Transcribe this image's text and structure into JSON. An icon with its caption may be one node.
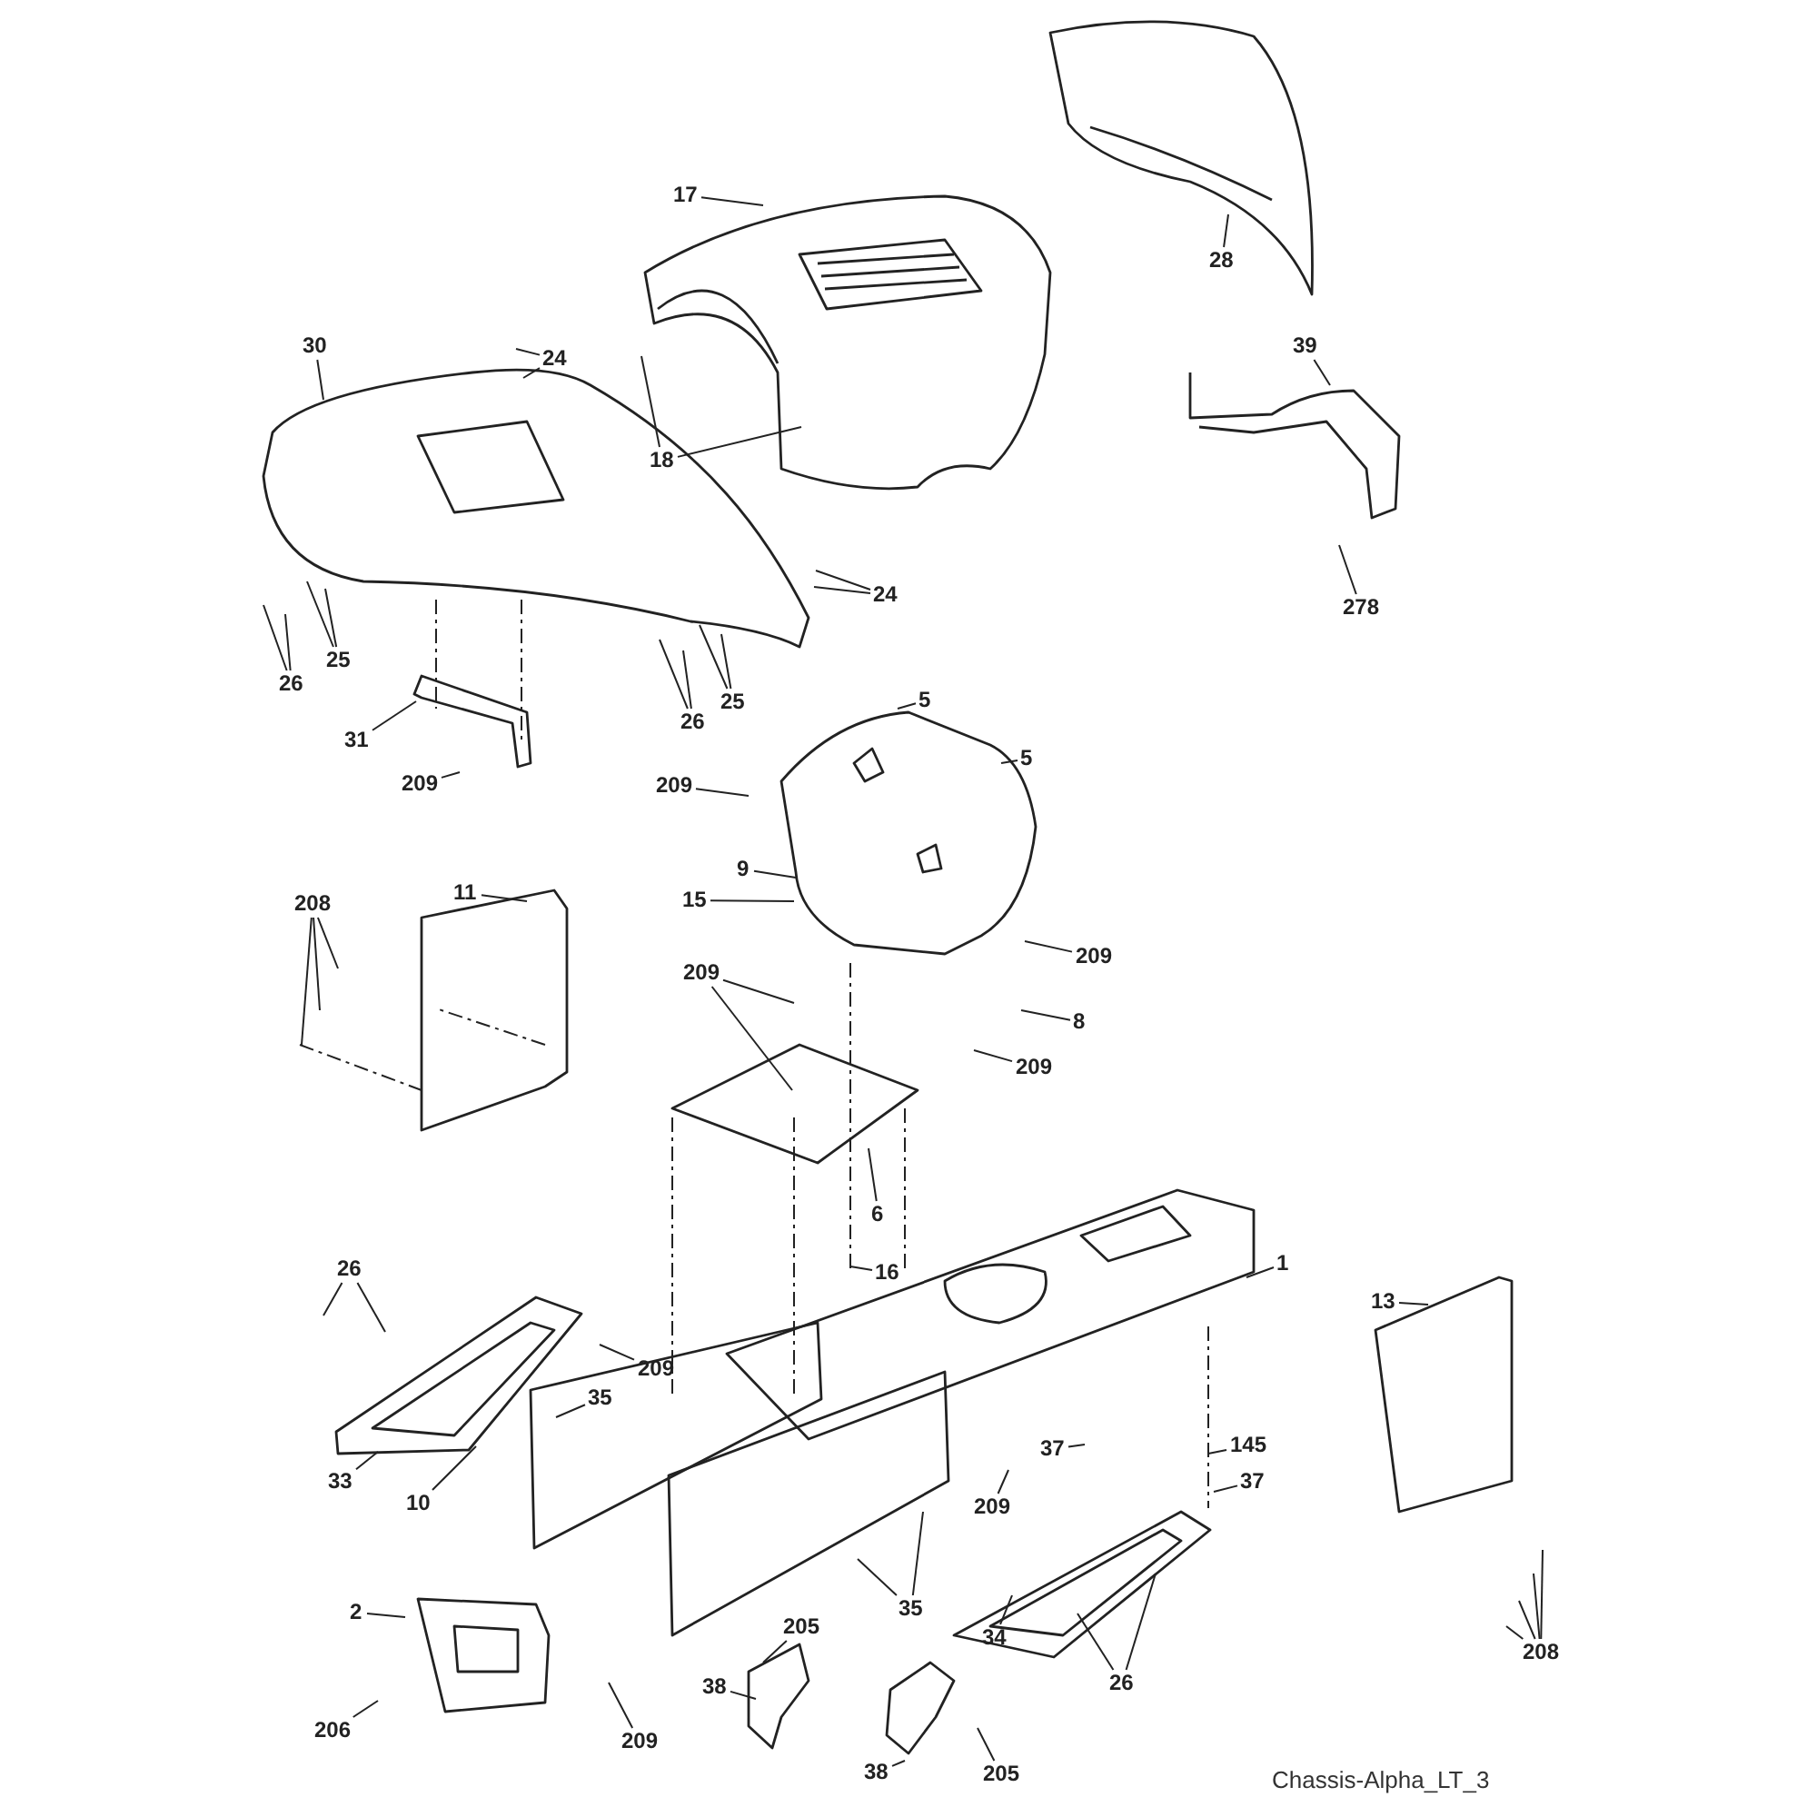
{
  "diagram": {
    "caption": "Chassis-Alpha_LT_3",
    "nodes": [
      {
        "text": [
          "17"
        ]
      },
      {
        "text": [
          "28"
        ]
      },
      {
        "text": [
          "30"
        ]
      },
      {
        "text": [
          "24"
        ]
      },
      {
        "text": [
          "18"
        ]
      },
      {
        "text": [
          "39"
        ]
      },
      {
        "text": [
          "24"
        ]
      },
      {
        "text": [
          "26"
        ]
      },
      {
        "text": [
          "25"
        ]
      },
      {
        "text": [
          "26"
        ]
      },
      {
        "text": [
          "25"
        ]
      },
      {
        "text": [
          "278"
        ]
      },
      {
        "text": [
          "31"
        ]
      },
      {
        "text": [
          "5"
        ]
      },
      {
        "text": [
          "5"
        ]
      },
      {
        "text": [
          "209"
        ]
      },
      {
        "text": [
          "209"
        ]
      },
      {
        "text": [
          "209"
        ]
      },
      {
        "text": [
          "11"
        ]
      },
      {
        "text": [
          "9"
        ]
      },
      {
        "text": [
          "15"
        ]
      },
      {
        "text": [
          "208"
        ]
      },
      {
        "text": [
          "209"
        ]
      },
      {
        "text": [
          "8"
        ]
      },
      {
        "text": [
          "209"
        ]
      },
      {
        "text": [
          "6"
        ]
      },
      {
        "text": [
          "16"
        ]
      },
      {
        "text": [
          "1"
        ]
      },
      {
        "text": [
          "26"
        ]
      },
      {
        "text": [
          "209"
        ]
      },
      {
        "text": [
          "13"
        ]
      },
      {
        "text": [
          "35"
        ]
      },
      {
        "text": [
          "37"
        ]
      },
      {
        "text": [
          "145"
        ]
      },
      {
        "text": [
          "37"
        ]
      },
      {
        "text": [
          "209"
        ]
      },
      {
        "text": [
          "33"
        ]
      },
      {
        "text": [
          "10"
        ]
      },
      {
        "text": [
          "35"
        ]
      },
      {
        "text": [
          "34"
        ]
      },
      {
        "text": [
          "26"
        ]
      },
      {
        "text": [
          "208"
        ]
      },
      {
        "text": [
          "2"
        ]
      },
      {
        "text": [
          "205"
        ]
      },
      {
        "text": [
          "38"
        ]
      },
      {
        "text": [
          "206"
        ]
      },
      {
        "text": [
          "209"
        ]
      },
      {
        "text": [
          "205"
        ]
      },
      {
        "text": [
          "38"
        ]
      }
    ],
    "edges": [
      {
        "from": 0,
        "to": null,
        "arrow": "none"
      },
      {
        "from": 1,
        "to": null,
        "arrow": "none"
      },
      {
        "from": 2,
        "to": null,
        "arrow": "none"
      },
      {
        "from": 3,
        "to": null,
        "arrow": "none"
      },
      {
        "from": 3,
        "to": null,
        "arrow": "none"
      },
      {
        "from": 4,
        "to": null,
        "arrow": "none"
      },
      {
        "from": 4,
        "to": null,
        "arrow": "none"
      },
      {
        "from": 5,
        "to": null,
        "arrow": "none"
      },
      {
        "from": 6,
        "to": null,
        "arrow": "none"
      },
      {
        "from": 6,
        "to": null,
        "arrow": "none"
      },
      {
        "from": 7,
        "to": null,
        "arrow": "none"
      },
      {
        "from": 7,
        "to": null,
        "arrow": "none"
      },
      {
        "from": 8,
        "to": null,
        "arrow": "none"
      },
      {
        "from": 8,
        "to": null,
        "arrow": "none"
      },
      {
        "from": 9,
        "to": null,
        "arrow": "none"
      },
      {
        "from": 9,
        "to": null,
        "arrow": "none"
      },
      {
        "from": 10,
        "to": null,
        "arrow": "none"
      },
      {
        "from": 10,
        "to": null,
        "arrow": "none"
      },
      {
        "from": 11,
        "to": null,
        "arrow": "none"
      },
      {
        "from": 12,
        "to": null,
        "arrow": "none"
      },
      {
        "from": 13,
        "to": null,
        "arrow": "none"
      },
      {
        "from": 14,
        "to": null,
        "arrow": "none"
      },
      {
        "from": 15,
        "to": null,
        "arrow": "none"
      },
      {
        "from": 16,
        "to": null,
        "arrow": "none"
      },
      {
        "from": 17,
        "to": null,
        "arrow": "none"
      },
      {
        "from": 18,
        "to": null,
        "arrow": "none"
      },
      {
        "from": 19,
        "to": null,
        "arrow": "none"
      },
      {
        "from": 20,
        "to": null,
        "arrow": "none"
      },
      {
        "from": 21,
        "to": null,
        "arrow": "none"
      },
      {
        "from": 21,
        "to": null,
        "arrow": "none"
      },
      {
        "from": 21,
        "to": null,
        "arrow": "none"
      },
      {
        "from": 22,
        "to": null,
        "arrow": "none"
      },
      {
        "from": 22,
        "to": null,
        "arrow": "none"
      },
      {
        "from": 23,
        "to": null,
        "arrow": "none"
      },
      {
        "from": 24,
        "to": null,
        "arrow": "none"
      },
      {
        "from": 25,
        "to": null,
        "arrow": "none"
      },
      {
        "from": 26,
        "to": null,
        "arrow": "none"
      },
      {
        "from": 27,
        "to": null,
        "arrow": "none"
      },
      {
        "from": 28,
        "to": null,
        "arrow": "none"
      },
      {
        "from": 28,
        "to": null,
        "arrow": "none"
      },
      {
        "from": 29,
        "to": null,
        "arrow": "none"
      },
      {
        "from": 30,
        "to": null,
        "arrow": "none"
      },
      {
        "from": 31,
        "to": null,
        "arrow": "none"
      },
      {
        "from": 32,
        "to": null,
        "arrow": "none"
      },
      {
        "from": 33,
        "to": null,
        "arrow": "none"
      },
      {
        "from": 34,
        "to": null,
        "arrow": "none"
      },
      {
        "from": 35,
        "to": null,
        "arrow": "none"
      },
      {
        "from": 36,
        "to": null,
        "arrow": "none"
      },
      {
        "from": 37,
        "to": null,
        "arrow": "none"
      },
      {
        "from": 38,
        "to": null,
        "arrow": "none"
      },
      {
        "from": 38,
        "to": null,
        "arrow": "none"
      },
      {
        "from": 39,
        "to": null,
        "arrow": "none"
      },
      {
        "from": 40,
        "to": null,
        "arrow": "none"
      },
      {
        "from": 40,
        "to": null,
        "arrow": "none"
      },
      {
        "from": 41,
        "to": null,
        "arrow": "none"
      },
      {
        "from": 41,
        "to": null,
        "arrow": "none"
      },
      {
        "from": 41,
        "to": null,
        "arrow": "none"
      },
      {
        "from": 41,
        "to": null,
        "arrow": "none"
      },
      {
        "from": 42,
        "to": null,
        "arrow": "none"
      },
      {
        "from": 43,
        "to": null,
        "arrow": "none"
      },
      {
        "from": 44,
        "to": null,
        "arrow": "none"
      },
      {
        "from": 45,
        "to": null,
        "arrow": "none"
      },
      {
        "from": 46,
        "to": null,
        "arrow": "none"
      },
      {
        "from": 47,
        "to": null,
        "arrow": "none"
      },
      {
        "from": 48,
        "to": null,
        "arrow": "none"
      }
    ]
  }
}
